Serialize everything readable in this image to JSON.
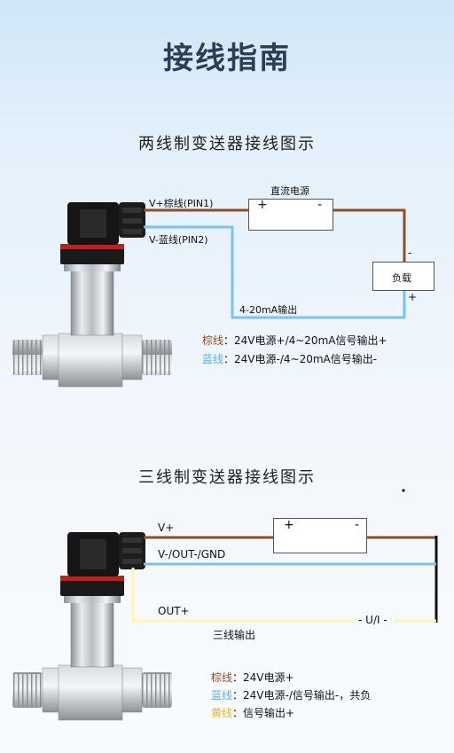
{
  "header": {
    "title": "接线指南"
  },
  "two_wire": {
    "subtitle": "两线制变送器接线图示",
    "label_power_box": "直流电源",
    "label_vplus": "V+棕线(PIN1)",
    "label_vminus": "V-蓝线(PIN2)",
    "label_output": "4-20mA输出",
    "label_load": "负载",
    "sign_plus": "+",
    "sign_minus": "-",
    "sign_load_minus": "-",
    "sign_load_plus": "+",
    "legend": [
      {
        "color_name": "棕线",
        "colon": "：",
        "text": "24V电源+/4~20mA信号输出+",
        "color": "#8a4f2a"
      },
      {
        "color_name": "蓝线",
        "colon": "：",
        "text": "24V电源-/4~20mA信号输出-",
        "color": "#5aaee3"
      }
    ]
  },
  "three_wire": {
    "subtitle": "三线制变送器接线图示",
    "label_vplus": "V+",
    "label_vminus": "V-/OUT-/GND",
    "label_outplus": "OUT+",
    "label_output": "三线输出",
    "label_ui": "U/I",
    "sign_plus": "+",
    "sign_minus": "-",
    "legend": [
      {
        "color_name": "棕线",
        "colon": "：",
        "text": "24V电源+",
        "color": "#8a4f2a"
      },
      {
        "color_name": "蓝线",
        "colon": "：",
        "text": "24V电源-/信号输出-，共负",
        "color": "#5aaee3"
      },
      {
        "color_name": "黄线",
        "colon": "：",
        "text": "信号输出+",
        "color": "#e8c43a"
      }
    ]
  },
  "colors": {
    "brown": "#8a4f2a",
    "blue": "#7cc2ef",
    "yellow": "#fff6b0",
    "black": "#111111"
  }
}
